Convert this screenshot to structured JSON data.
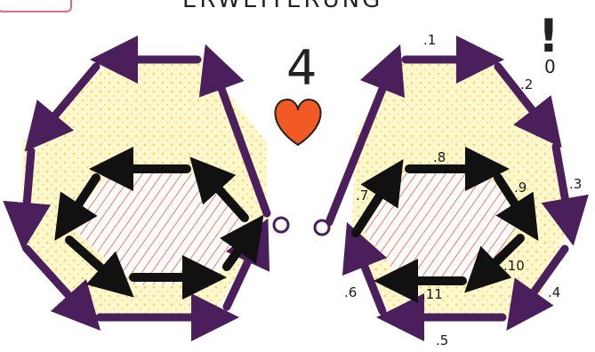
{
  "header": {
    "title_fragment": "ERWEITERUNG"
  },
  "center": {
    "step_number": "4",
    "heart_icon": "heart"
  },
  "top_right_mark": {
    "text": "!",
    "sub": "0"
  },
  "labels": [
    ".1",
    ".2",
    ".3",
    ".4",
    ".5",
    ".6",
    ".7",
    ".8",
    ".9",
    ".10",
    ".11"
  ],
  "colors": {
    "outer_arrows": "#4a1f5c",
    "inner_arrows": "#111111",
    "hatch_red": "#e5484d",
    "fill_yellow": "#fff3b0",
    "heart": "#f15a24"
  }
}
